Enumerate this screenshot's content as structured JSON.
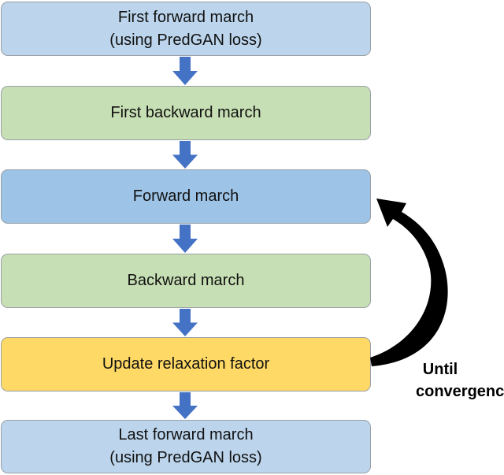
{
  "steps": [
    {
      "line1": "First forward march",
      "line2": "(using PredGAN loss)",
      "color": "#bcd5ec"
    },
    {
      "line1": "First backward march",
      "line2": "",
      "color": "#c7dfb4"
    },
    {
      "line1": "Forward march",
      "line2": "",
      "color": "#9dc3e6"
    },
    {
      "line1": "Backward march",
      "line2": "",
      "color": "#c7dfb4"
    },
    {
      "line1": "Update relaxation factor",
      "line2": "",
      "color": "#ffd966"
    },
    {
      "line1": "Last forward march",
      "line2": "(using PredGAN loss)",
      "color": "#bcd5ec"
    }
  ],
  "loop": {
    "label_line1": "Until",
    "label_line2": "convergence"
  },
  "colors": {
    "arrow": "#4472c4",
    "loop_arrow": "#000000",
    "border": "#9aa0a6"
  }
}
